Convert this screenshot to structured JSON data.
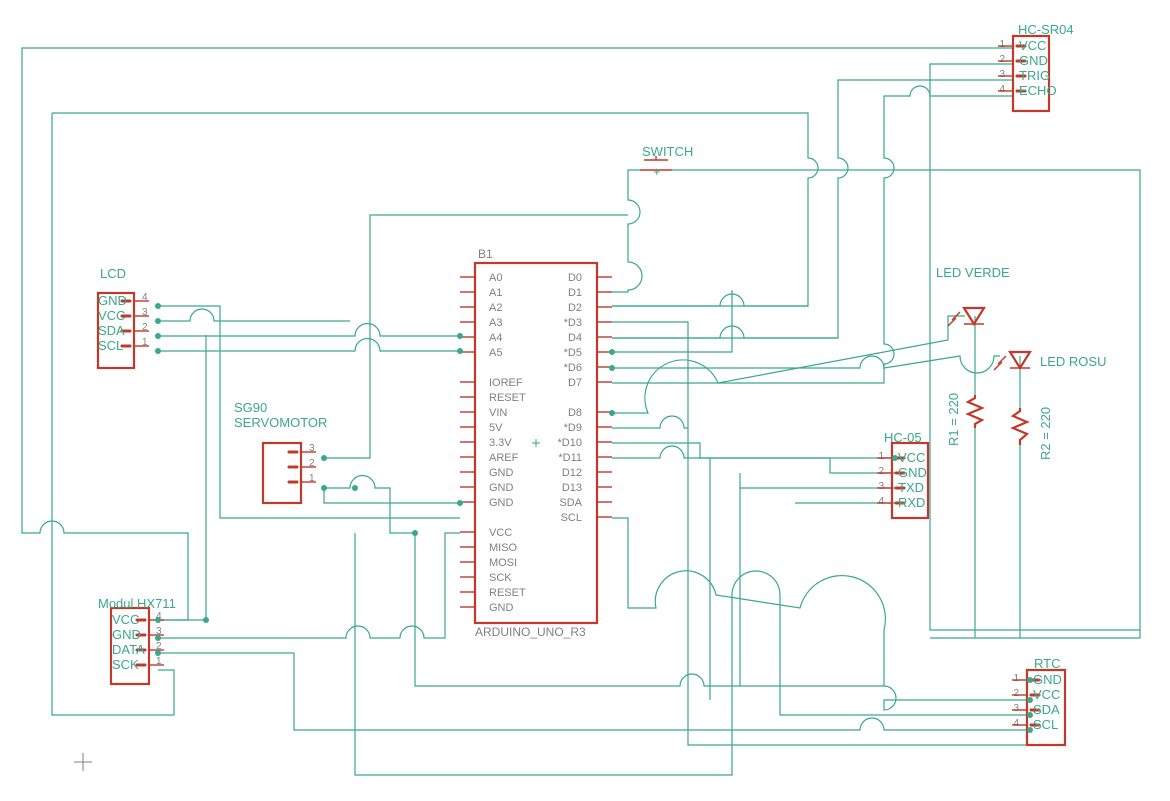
{
  "colors": {
    "wire": "#3aa88a",
    "part": "#c0392b",
    "text_gray": "#808080",
    "background": "#ffffff"
  },
  "arduino": {
    "name": "B1",
    "value": "ARDUINO_UNO_R3",
    "left_pins": [
      "A0",
      "A1",
      "A2",
      "A3",
      "A4",
      "A5",
      "",
      "IOREF",
      "RESET",
      "VIN",
      "5V",
      "3.3V",
      "AREF",
      "GND",
      "GND",
      "GND",
      "",
      "VCC",
      "MISO",
      "MOSI",
      "SCK",
      "RESET",
      "GND"
    ],
    "right_pins": [
      "D0",
      "D1",
      "D2",
      "*D3",
      "D4",
      "*D5",
      "*D6",
      "D7",
      "",
      "D8",
      "*D9",
      "*D10",
      "*D11",
      "D12",
      "D13",
      "SDA",
      "SCL"
    ]
  },
  "lcd": {
    "name": "LCD",
    "pins": [
      "GND",
      "VCC",
      "SDA",
      "SCL"
    ],
    "numbers": [
      "4",
      "3",
      "2",
      "1"
    ]
  },
  "hcsr04": {
    "name": "HC-SR04",
    "pins": [
      "VCC",
      "GND",
      "TRIG",
      "ECHO"
    ],
    "numbers": [
      "1",
      "2",
      "3",
      "4"
    ]
  },
  "switch": {
    "name": "SWITCH"
  },
  "servo": {
    "name_line1": "SG90",
    "name_line2": "SERVOMOTOR",
    "numbers": [
      "3",
      "2",
      "1"
    ]
  },
  "hx711": {
    "name": "Modul HX711",
    "pins": [
      "VCC",
      "GND",
      "DATA",
      "SCK"
    ],
    "numbers": [
      "4",
      "3",
      "2",
      "1"
    ]
  },
  "hc05": {
    "name": "HC-05",
    "pins": [
      "VCC",
      "GND",
      "TXD",
      "RXD"
    ],
    "numbers": [
      "1",
      "2",
      "3",
      "4"
    ]
  },
  "rtc": {
    "name": "RTC",
    "pins": [
      "GND",
      "VCC",
      "SDA",
      "SCL"
    ],
    "numbers": [
      "1",
      "2",
      "3",
      "4"
    ]
  },
  "led_green": {
    "name": "LED VERDE"
  },
  "led_red": {
    "name": "LED ROSU"
  },
  "r1": {
    "name": "R1 = 220"
  },
  "r2": {
    "name": "R2 = 220"
  }
}
